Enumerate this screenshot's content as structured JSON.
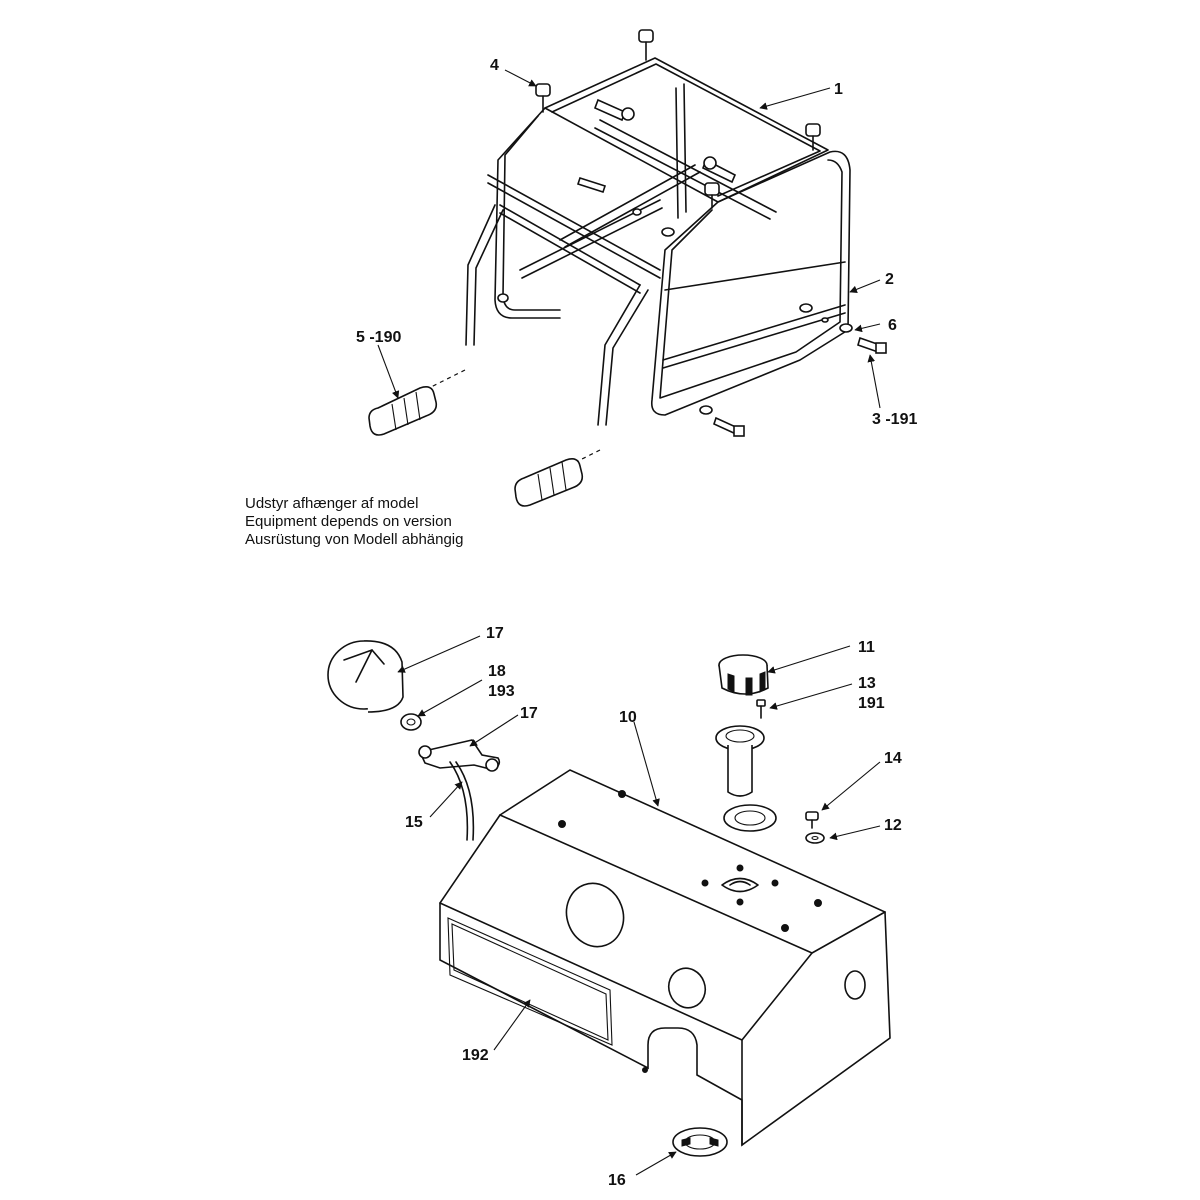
{
  "frame_labels": {
    "p1": "1",
    "p2": "2",
    "p4": "4",
    "p6": "6",
    "p5_190": "5 -190",
    "p3_191": "3 -191"
  },
  "note_lines": [
    "Udstyr afhænger af model",
    "Equipment depends on version",
    "Ausrüstung von Modell abhängig"
  ],
  "tank_labels": {
    "p10": "10",
    "p11": "11",
    "p12": "12",
    "p13": "13",
    "p191": "191",
    "p14": "14",
    "p15": "15",
    "p16": "16",
    "p17a": "17",
    "p17b": "17",
    "p18": "18",
    "p193": "193",
    "p192": "192"
  }
}
